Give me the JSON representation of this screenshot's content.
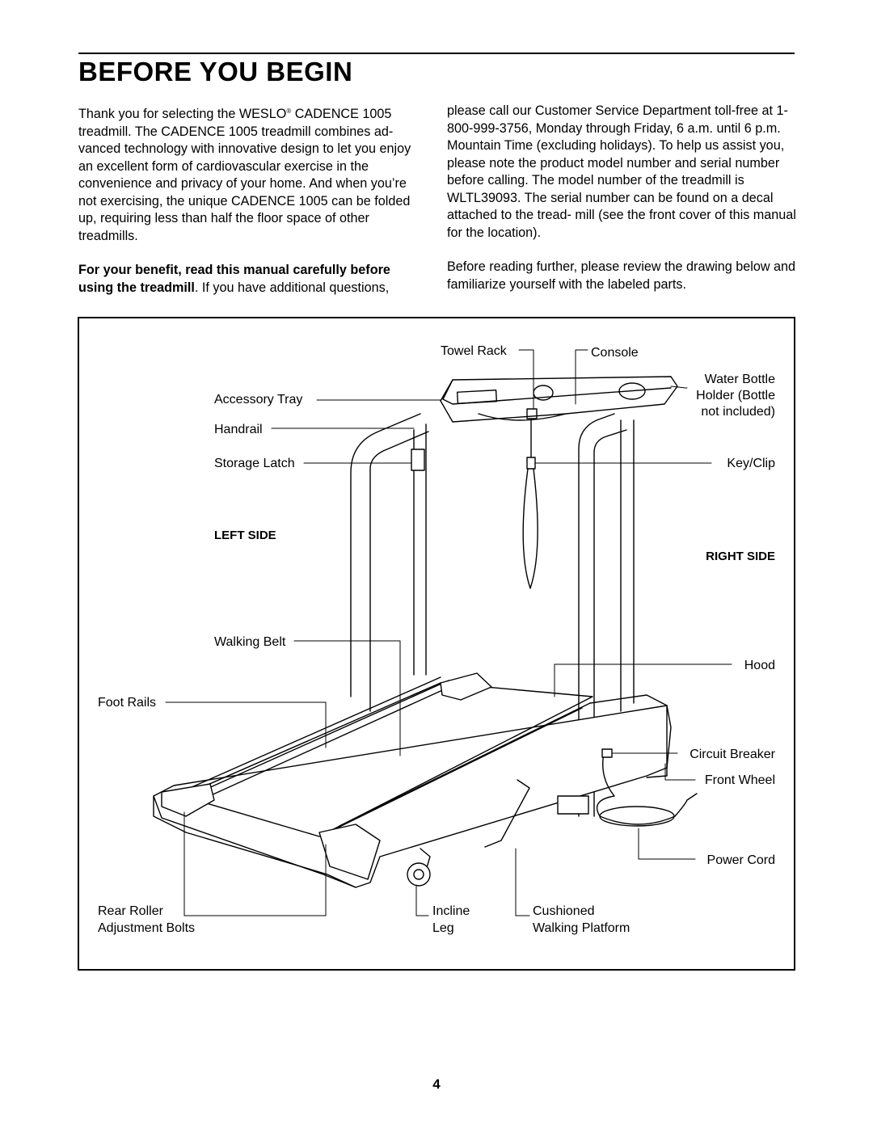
{
  "heading": "BEFORE YOU BEGIN",
  "left_column": {
    "p1_a": "Thank you for selecting the WESLO",
    "p1_reg": "®",
    "p1_b": " CADENCE 1005 treadmill. The CADENCE 1005 treadmill combines ad- vanced technology with innovative design to let you enjoy an excellent form of cardiovascular exercise in the convenience and privacy of your home. And when you’re not exercising, the unique CADENCE 1005 can be folded up, requiring less than half the floor space of other treadmills.",
    "p2_bold": "For your benefit, read this manual carefully before using the treadmill",
    "p2_rest": ". If you have additional questions,"
  },
  "right_column": {
    "p1": "please call our Customer Service Department toll-free at 1-800-999-3756, Monday through Friday, 6 a.m. until 6 p.m. Mountain Time (excluding holidays). To help us assist you, please note the product model number and serial number before calling. The model number of the treadmill is WLTL39093. The serial number can be found on a decal attached to the tread- mill (see the front cover of this manual for the location).",
    "p2": "Before reading further, please review the drawing below and familiarize yourself with the labeled parts."
  },
  "diagram": {
    "labels": {
      "towel_rack": "Towel Rack",
      "console": "Console",
      "water_bottle_1": "Water Bottle",
      "water_bottle_2": "Holder (Bottle",
      "water_bottle_3": "not included)",
      "accessory_tray": "Accessory Tray",
      "handrail": "Handrail",
      "storage_latch": "Storage Latch",
      "key_clip": "Key/Clip",
      "left_side": "LEFT SIDE",
      "right_side": "RIGHT SIDE",
      "walking_belt": "Walking Belt",
      "hood": "Hood",
      "foot_rails": "Foot Rails",
      "circuit_breaker": "Circuit Breaker",
      "front_wheel": "Front Wheel",
      "power_cord": "Power Cord",
      "rear_roller_1": "Rear Roller",
      "rear_roller_2": "Adjustment Bolts",
      "incline_1": "Incline",
      "incline_2": "Leg",
      "cushioned_1": "Cushioned",
      "cushioned_2": "Walking Platform"
    }
  },
  "page_number": "4"
}
